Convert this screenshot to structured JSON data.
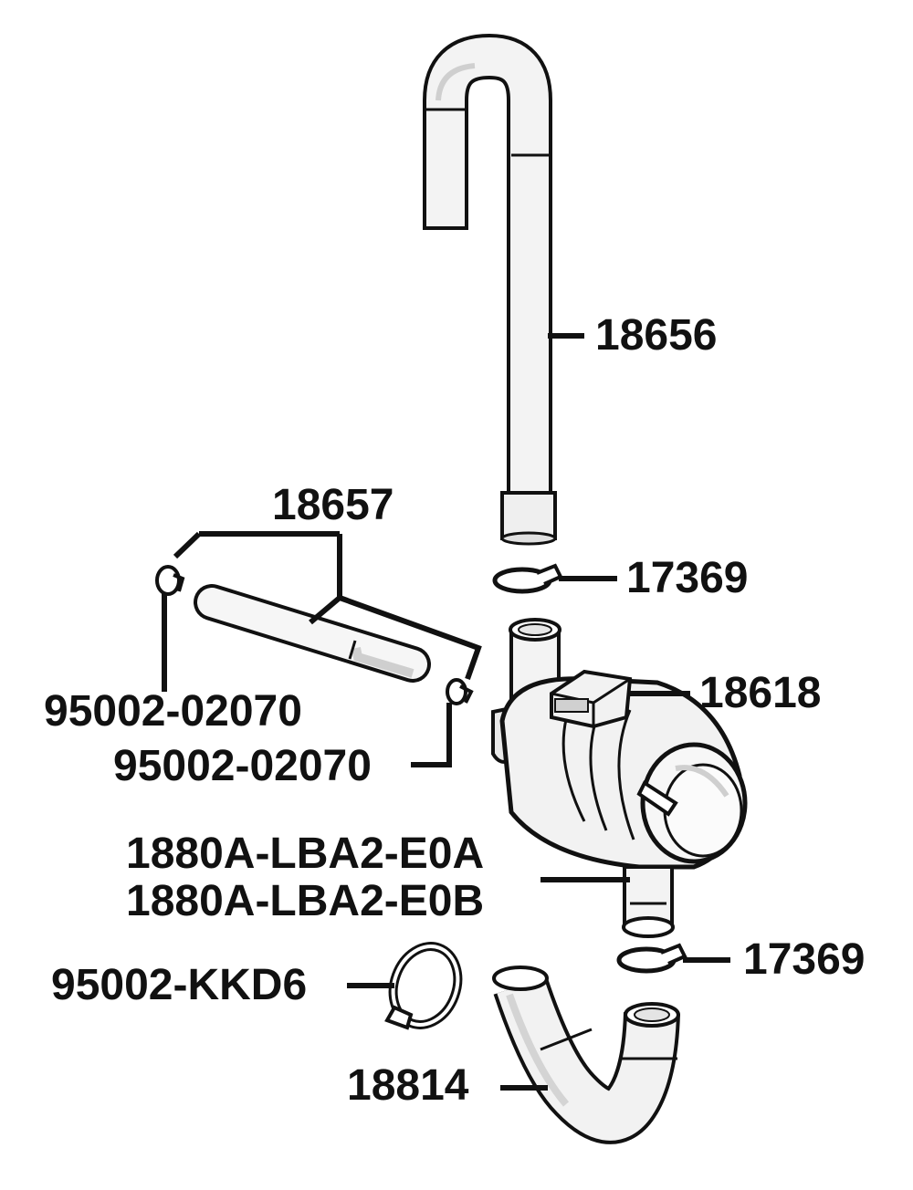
{
  "diagram": {
    "labels": {
      "hose_top": "18656",
      "tube_kit": "18657",
      "clip_upper": "17369",
      "canister": "18618",
      "clip_left": "95002-02070",
      "clip_right": "95002-02070",
      "canister_alt_a": "1880A-LBA2-E0A",
      "canister_alt_b": "1880A-LBA2-E0B",
      "clip_lower": "17369",
      "hose_clamp": "95002-KKD6",
      "hose_bottom": "18814"
    },
    "colors": {
      "ink": "#111111",
      "part_fill": "#f2f2f2",
      "shade": "#cfcfcf"
    }
  }
}
